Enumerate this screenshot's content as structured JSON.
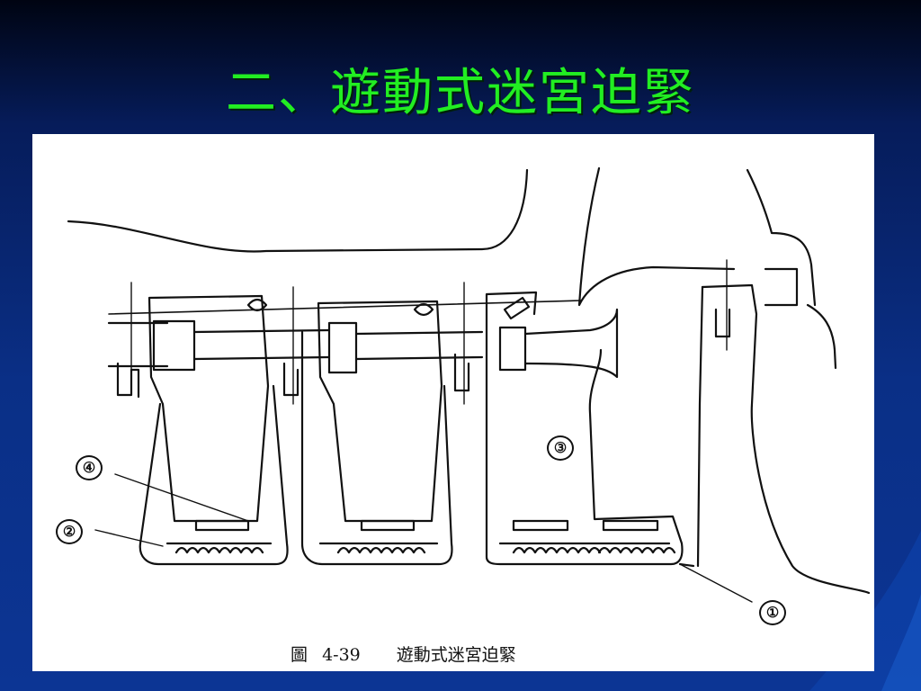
{
  "slide": {
    "title": "二、遊動式迷宮迫緊",
    "title_color": "#22ee22",
    "background_color": "#0a2f86"
  },
  "figure": {
    "caption_prefix": "圖",
    "caption_number": "4-39",
    "caption_text": "遊動式迷宮迫緊",
    "callouts": [
      "①",
      "②",
      "③",
      "④"
    ]
  }
}
